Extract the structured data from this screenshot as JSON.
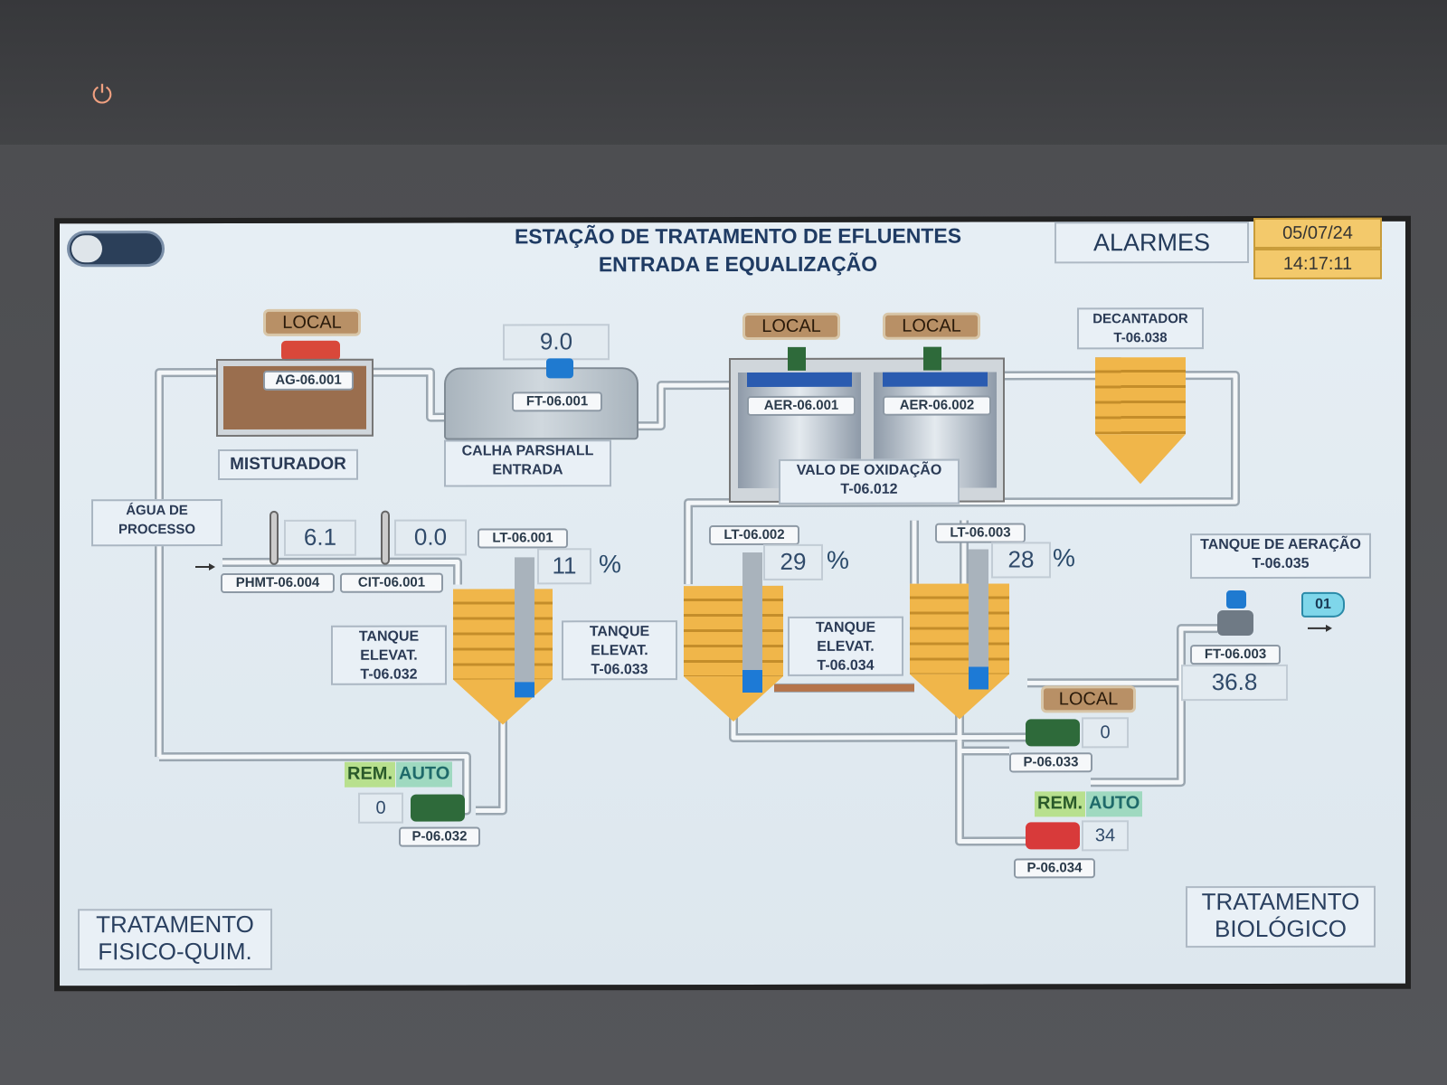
{
  "header": {
    "title_line1": "ESTAÇÃO DE TRATAMENTO DE EFLUENTES",
    "title_line2": "ENTRADA E EQUALIZAÇÃO",
    "alarms_label": "ALARMES",
    "date": "05/07/24",
    "time": "14:17:11"
  },
  "mixer": {
    "mode": "LOCAL",
    "agitator_tag": "AG-06.001",
    "label": "MISTURADOR",
    "agitator_color": "#d9483a"
  },
  "parshall": {
    "flow_value": "9.0",
    "flow_tag": "FT-06.001",
    "label_line1": "CALHA PARSHALL",
    "label_line2": "ENTRADA"
  },
  "oxidation": {
    "aer1_mode": "LOCAL",
    "aer2_mode": "LOCAL",
    "aer1_tag": "AER-06.001",
    "aer2_tag": "AER-06.002",
    "label_line1": "VALO DE OXIDAÇÃO",
    "label_line2": "T-06.012"
  },
  "decanter": {
    "label_line1": "DECANTADOR",
    "label_line2": "T-06.038"
  },
  "process_water": {
    "label_line1": "ÁGUA DE",
    "label_line2": "PROCESSO",
    "ph_value": "6.1",
    "ph_tag": "PHMT-06.004",
    "cit_value": "0.0",
    "cit_tag": "CIT-06.001"
  },
  "tanks": [
    {
      "lt_tag": "LT-06.001",
      "level": "11",
      "unit": "%",
      "label_line1": "TANQUE",
      "label_line2": "ELEVAT.",
      "label_line3": "T-06.032"
    },
    {
      "lt_tag": "LT-06.002",
      "level": "29",
      "unit": "%",
      "label_line1": "TANQUE",
      "label_line2": "ELEVAT.",
      "label_line3": "T-06.033"
    },
    {
      "lt_tag": "LT-06.003",
      "level": "28",
      "unit": "%",
      "label_line1": "TANQUE",
      "label_line2": "ELEVAT.",
      "label_line3": "T-06.034"
    }
  ],
  "aeration": {
    "label_line1": "TANQUE DE AERAÇÃO",
    "label_line2": "T-06.035",
    "flow_tag": "FT-06.003",
    "flow_value": "36.8",
    "badge": "01"
  },
  "pumps": [
    {
      "tag": "P-06.032",
      "value": "0",
      "rem": "REM.",
      "auto": "AUTO",
      "color": "#2e6a3a"
    },
    {
      "tag": "P-06.033",
      "value": "0",
      "mode": "LOCAL",
      "color": "#2e6a3a"
    },
    {
      "tag": "P-06.034",
      "value": "34",
      "rem": "REM.",
      "auto": "AUTO",
      "color": "#d83a3a"
    }
  ],
  "nav": {
    "left_line1": "TRATAMENTO",
    "left_line2": "FISICO-QUIM.",
    "right_line1": "TRATAMENTO",
    "right_line2": "BIOLÓGICO"
  }
}
